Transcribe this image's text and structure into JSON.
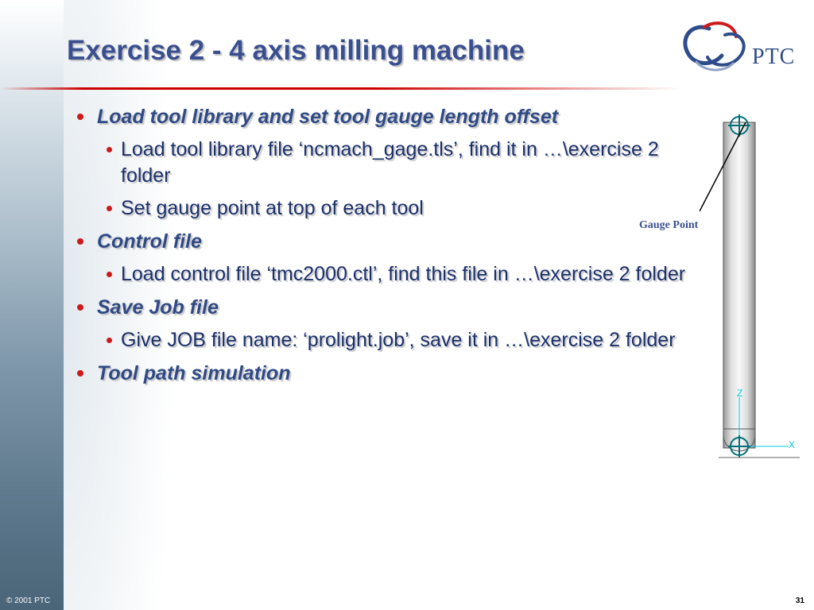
{
  "slide": {
    "title": "Exercise 2 - 4 axis milling machine",
    "logo_text": "PTC",
    "footer_copyright": "© 2001 PTC",
    "page_number": "31"
  },
  "colors": {
    "title": "#3a4f8f",
    "bullet": "#cc1a1a",
    "rule": "#cc0000",
    "axis": "#00c8e0"
  },
  "bullets": [
    {
      "text": "Load tool library and set tool gauge length offset",
      "children": [
        {
          "text": "Load tool library file ‘ncmach_gage.tls’, find it in …\\exercise 2 folder"
        },
        {
          "text": "Set gauge point at top of each tool"
        }
      ]
    },
    {
      "text": "Control file",
      "children": [
        {
          "text": "Load control file ‘tmc2000.ctl’, find this file in …\\exercise 2 folder"
        }
      ]
    },
    {
      "text": "Save Job file",
      "children": [
        {
          "text": "Give JOB file name: ‘prolight.job’, save it in …\\exercise 2 folder"
        }
      ]
    },
    {
      "text": "Tool path simulation",
      "children": []
    }
  ],
  "figure": {
    "gauge_label": "Gauge Point",
    "axis_z": "Z",
    "axis_x": "X"
  }
}
